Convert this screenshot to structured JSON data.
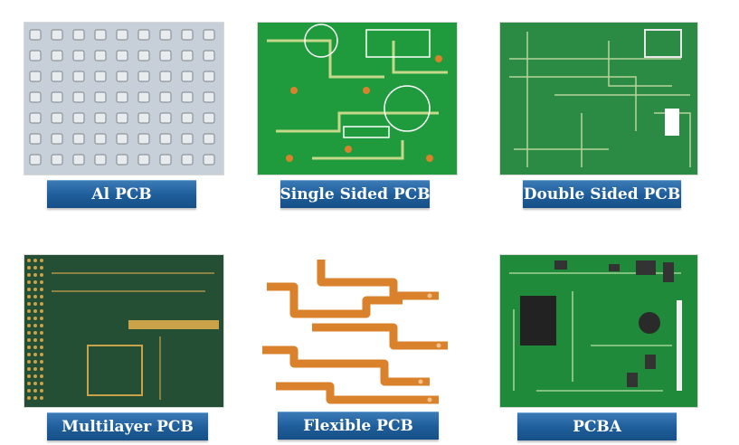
{
  "colors": {
    "label_bg": "#1f5f9c",
    "label_text": "#ffffff",
    "pcb_green": "#1e8a3a",
    "pcb_dark_green": "#2a5c3a",
    "flex_copper": "#d9822b",
    "aluminum_bg": "#c9d0d8"
  },
  "tiles": [
    {
      "label": "Al PCB",
      "image": "aluminum-led-pcb-photo"
    },
    {
      "label": "Single Sided PCB",
      "image": "single-sided-pcb-photo"
    },
    {
      "label": "Double Sided PCB",
      "image": "double-sided-pcb-photo"
    },
    {
      "label": "Multilayer PCB",
      "image": "multilayer-pcb-photo"
    },
    {
      "label": "Flexible PCB",
      "image": "flexible-pcb-photo"
    },
    {
      "label": "PCBA",
      "image": "pcba-photo"
    }
  ]
}
